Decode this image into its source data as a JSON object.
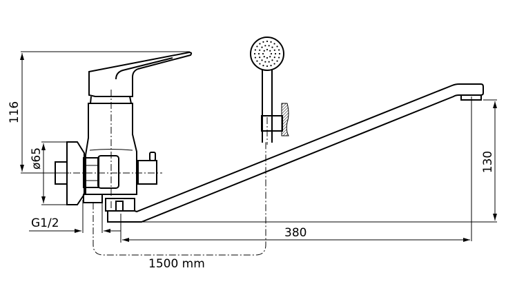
{
  "title": "Faucet with shower head dimension drawing",
  "dimensions": {
    "height": "116",
    "flange_diameter": "ø65",
    "thread": "G1/2",
    "spout_height": "130",
    "spout_reach": "380",
    "hose_length": "1500 mm"
  }
}
